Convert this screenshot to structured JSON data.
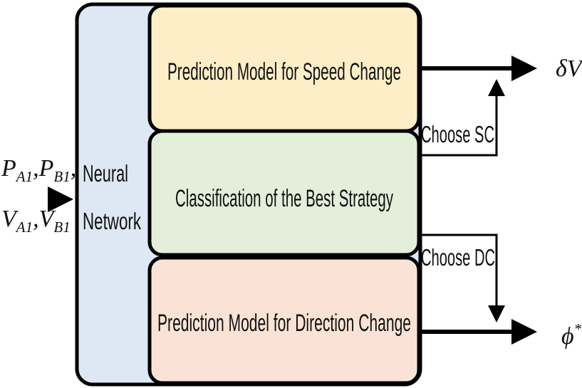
{
  "diagram": {
    "neural_network_label_line1": "Neural",
    "neural_network_label_line2": "Network",
    "speed_box_label": "Prediction Model for Speed Change",
    "classification_box_label": "Classification of the Best Strategy",
    "direction_box_label": "Prediction Model for Direction Change",
    "choose_sc_label": "Choose SC",
    "choose_dc_label": "Choose DC",
    "input_line1": {
      "p": "P",
      "a1_sub": "A1",
      "comma1": ",",
      "p2": "P",
      "b1_sub": "B1",
      "comma2": ","
    },
    "input_line2": {
      "v": "V",
      "a1_sub": "A1",
      "comma1": ",",
      "v2": "V",
      "b1_sub": "B1"
    },
    "output_speed": {
      "symbol": "δV",
      "sup": "*"
    },
    "output_direction": {
      "symbol": "ϕ",
      "sup": "*"
    }
  },
  "colors": {
    "neural_network_fill": "#dde8f4",
    "speed_fill": "#fdeec8",
    "classification_fill": "#e3eedb",
    "direction_fill": "#fae3d6",
    "stroke": "#000000"
  }
}
